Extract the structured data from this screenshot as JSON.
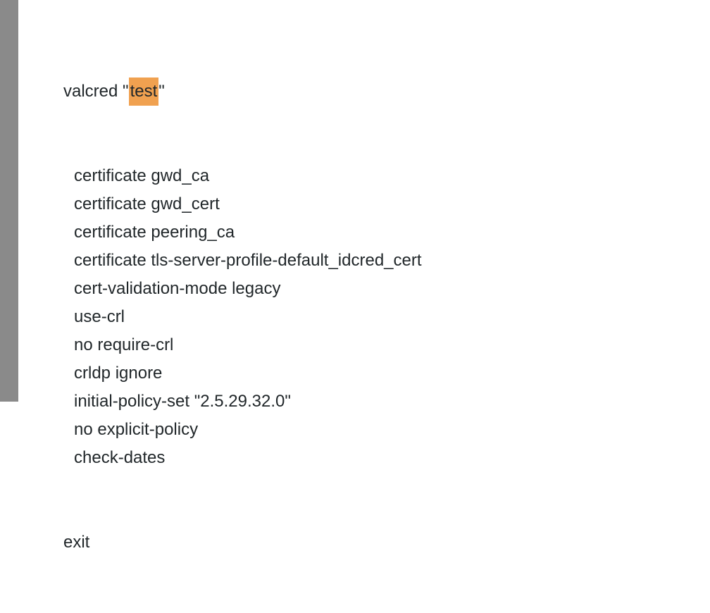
{
  "page": {
    "background_color": "#ffffff",
    "gutter_color": "#8a8a8a",
    "text_color": "#21272a",
    "highlight_color": "#f0a150"
  },
  "config_listing": {
    "first_line": {
      "prefix": "valcred \"",
      "highlighted_term": "test",
      "suffix": "\""
    },
    "indented_lines": [
      "certificate gwd_ca",
      "certificate gwd_cert",
      "certificate peering_ca",
      "certificate tls-server-profile-default_idcred_cert",
      "cert-validation-mode legacy",
      "use-crl",
      "no require-crl",
      "crldp ignore",
      "initial-policy-set \"2.5.29.32.0\"",
      "no explicit-policy",
      "check-dates"
    ],
    "closing_line": "exit"
  }
}
